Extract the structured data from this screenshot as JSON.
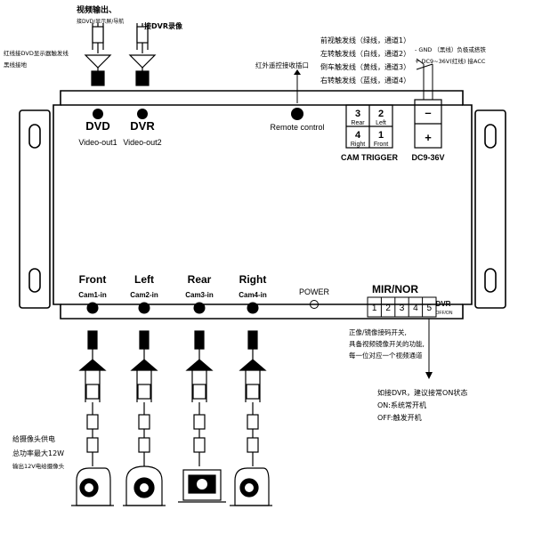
{
  "top_notes": {
    "video_output_title": "视频输出、",
    "video_output_sub": "接DVD/显示屏/导航",
    "dvr_record": "接DVR录像",
    "red_wire": "红线接DVD显示器触发线",
    "black_wire": "黑线接地",
    "ir_receiver": "红外遥控接收插口"
  },
  "trigger_wires": [
    "前视触发线（绿线，通道1）",
    "左转触发线（白线，通道2）",
    "倒车触发线（黄线，通道3）",
    "右转触发线（蓝线，通道4）"
  ],
  "power_wires": {
    "gnd": "- GND   （黑线）负极或搭铁",
    "acc": "+ DC9~36V(红线) 接ACC"
  },
  "outputs": [
    {
      "label": "DVD",
      "sub": "Video-out1"
    },
    {
      "label": "DVR",
      "sub": "Video-out2"
    }
  ],
  "remote": {
    "label": "Remote control"
  },
  "cam_trigger": {
    "title": "CAM TRIGGER",
    "cells": [
      {
        "num": "3",
        "name": "Rear"
      },
      {
        "num": "2",
        "name": "Left"
      },
      {
        "num": "4",
        "name": "Right"
      },
      {
        "num": "1",
        "name": "Front"
      }
    ]
  },
  "power_block": {
    "minus": "–",
    "plus": "+",
    "label": "DC9-36V"
  },
  "inputs": [
    {
      "label": "Front",
      "sub": "Cam1-in"
    },
    {
      "label": "Left",
      "sub": "Cam2-in"
    },
    {
      "label": "Rear",
      "sub": "Cam3-in"
    },
    {
      "label": "Right",
      "sub": "Cam4-in"
    }
  ],
  "power_led": {
    "label": "POWER"
  },
  "mir_nor": {
    "title": "MIR/NOR",
    "switches": [
      "1",
      "2",
      "3",
      "4",
      "5"
    ],
    "dvr": "DVR",
    "dvr_sub": "OFF/ON"
  },
  "mirror_note": [
    "正像/镜像接码开关,",
    "具备视频镜像开关的功能,",
    "每一位对应一个视频通道"
  ],
  "dvr_note": [
    "如接DVR，建议接常ON状态",
    "ON:系统常开机",
    "OFF:触发开机"
  ],
  "camera_power_note": [
    "给摄像头供电",
    "总功率最大12W",
    "输出12V电给摄像头"
  ],
  "colors": {
    "line": "#000000",
    "body": "#ffffff"
  }
}
